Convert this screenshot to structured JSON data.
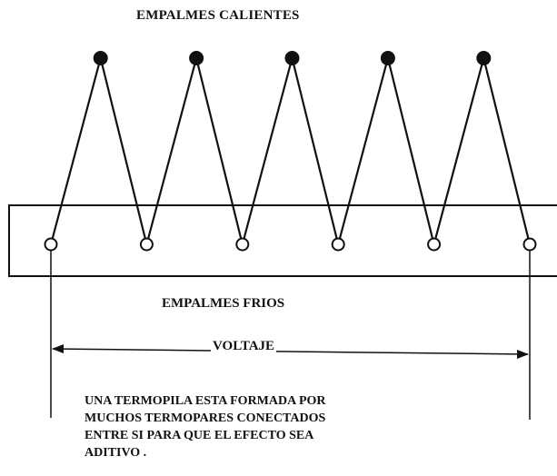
{
  "hot_junctions_label": "EMPALMES CALIENTES",
  "cold_junctions_label": "EMPALMES FRIOS",
  "voltage_label": "VOLTAJE",
  "caption_lines": [
    "UNA TERMOPILA ESTA FORMADA POR",
    "MUCHOS TERMOPARES CONECTADOS",
    "ENTRE SI PARA QUE EL EFECTO SEA",
    "ADITIVO ."
  ],
  "hot_junction_count": 5,
  "cold_junction_count": 6,
  "colors": {
    "ink": "#111111",
    "background": "#ffffff"
  }
}
